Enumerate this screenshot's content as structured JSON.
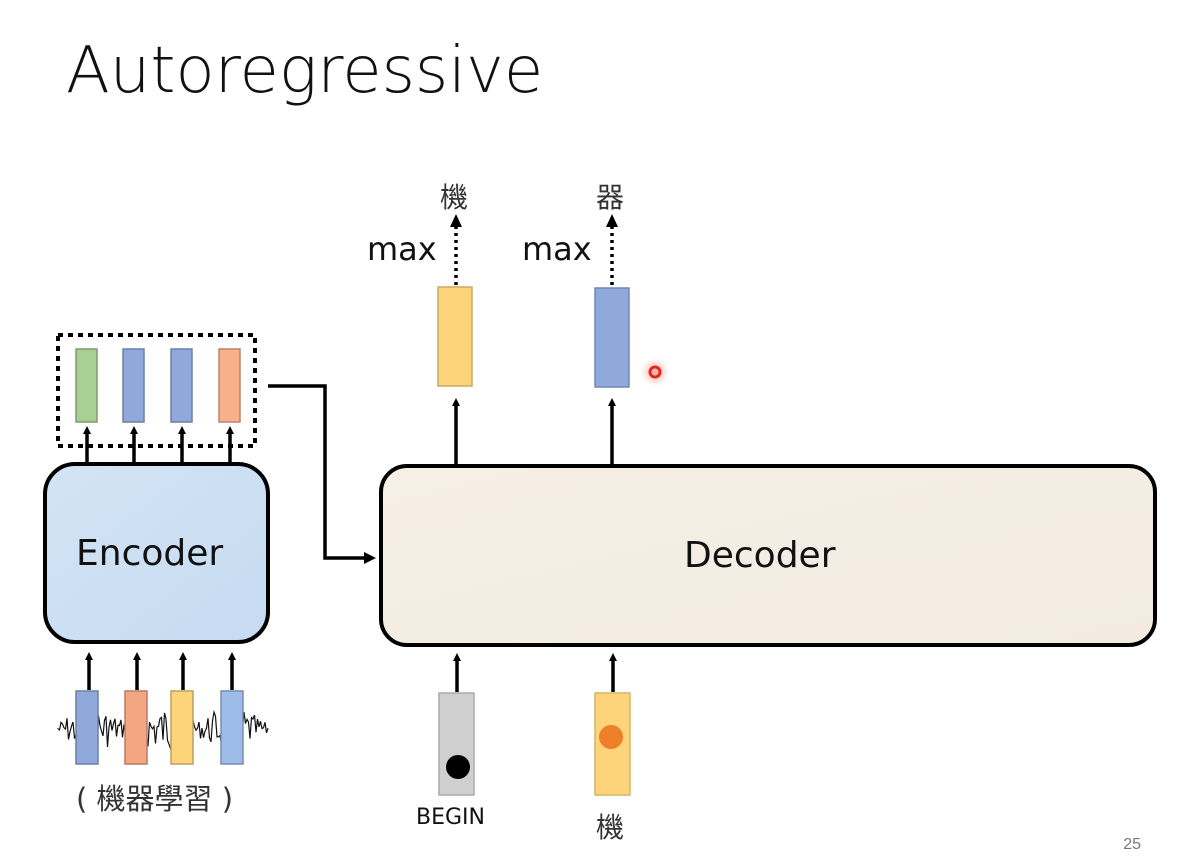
{
  "slide": {
    "title": "Autoregressive",
    "page_number": "25"
  },
  "encoder": {
    "label": "Encoder",
    "input_caption": "( 機器學習 )",
    "input_vectors": [
      {
        "color": "#8fa9dc"
      },
      {
        "color": "#f4a582"
      },
      {
        "color": "#fdd47a"
      },
      {
        "color": "#9dbde8"
      }
    ],
    "output_vectors": [
      {
        "color": "#a9cf95"
      },
      {
        "color": "#8fa9dc"
      },
      {
        "color": "#8fa9dc"
      },
      {
        "color": "#f8b08a"
      }
    ]
  },
  "decoder": {
    "label": "Decoder",
    "inputs": [
      {
        "label": "BEGIN",
        "color": "#cfcfcf",
        "dot_color": "#000000"
      },
      {
        "label": "機",
        "color": "#fdd47a",
        "dot_color": "#f07f2a"
      }
    ],
    "outputs": [
      {
        "op": "max",
        "token": "機",
        "color": "#fdd47a"
      },
      {
        "op": "max",
        "token": "器",
        "color": "#8fa9dc"
      }
    ]
  },
  "cursor": {
    "color": "#e8251b"
  }
}
